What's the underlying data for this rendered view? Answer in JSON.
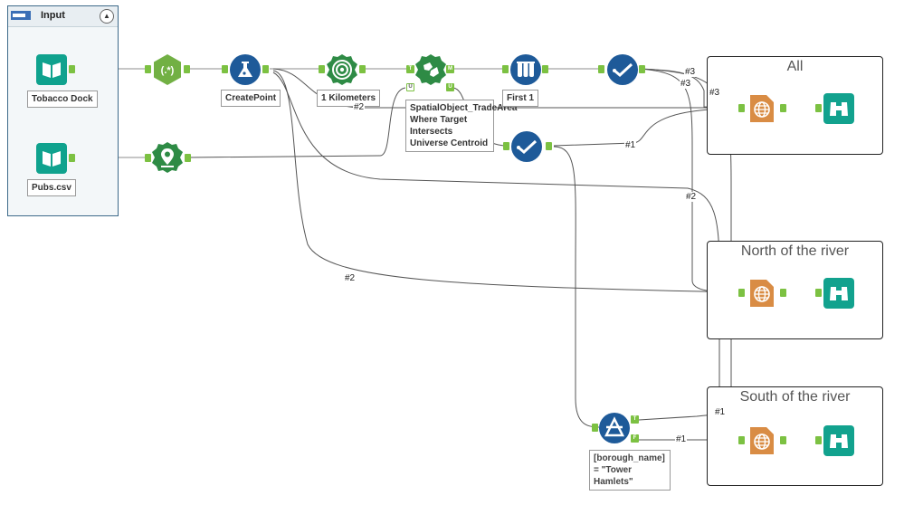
{
  "input_container": {
    "title": "Input"
  },
  "containers": {
    "all": "All",
    "north": "North of the river",
    "south": "South of the river"
  },
  "tools": {
    "tobacco_dock": {
      "label": "Tobacco Dock",
      "icon": "book-input-icon"
    },
    "pubs_csv": {
      "label": "Pubs.csv",
      "icon": "book-input-icon"
    },
    "regex": {
      "icon": "regex-icon",
      "text": "(.*)"
    },
    "create_points": {
      "label": "CreatePoint",
      "icon": "create-points-icon"
    },
    "trade_area": {
      "label": "1 Kilometers",
      "icon": "trade-area-icon"
    },
    "spatial_match": {
      "label": "SpatialObject_TradeArea Where Target Intersects Universe Centroid",
      "icon": "spatial-match-icon"
    },
    "geocoder": {
      "icon": "map-pin-icon"
    },
    "sample": {
      "label": "First 1",
      "icon": "sample-icon"
    },
    "select_top": {
      "icon": "select-check-icon"
    },
    "select_mid": {
      "icon": "select-check-icon"
    },
    "filter": {
      "label": "[borough_name] = \"Tower Hamlets\"",
      "icon": "filter-icon"
    }
  },
  "anchors": {
    "t": "T",
    "m": "M",
    "u": "U",
    "f": "F"
  },
  "wire_labels": {
    "w1": "#2",
    "w2": "#1",
    "w3": "#3",
    "w4": "#3",
    "w5": "#3",
    "w6": "#2",
    "w7": "#2",
    "w8": "#1",
    "w9": "#1"
  },
  "colors": {
    "input_teal": "#0fa28e",
    "prep_green": "#72b044",
    "spatial_green": "#2e8b45",
    "blue": "#1e5a99",
    "orange": "#d98c44",
    "browse_teal": "#12a28e",
    "anchor_green": "#7cc142"
  }
}
